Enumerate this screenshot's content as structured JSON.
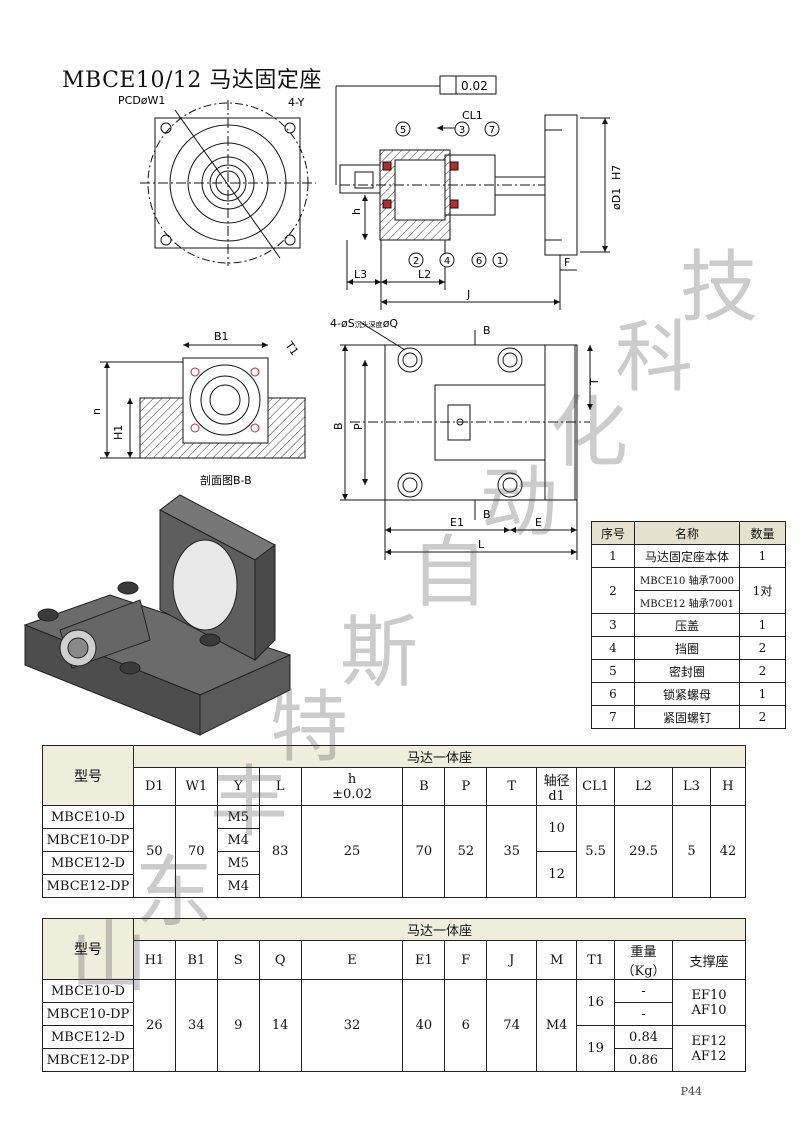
{
  "title": "MBCE10/12 马达固定座",
  "drawing_labels": {
    "pcd": "PCDøW1",
    "holes_y": "4-Y",
    "flatness": "0.02",
    "cl1": "CL1",
    "d1": "øD1",
    "h7": "H7",
    "h": "h",
    "l3": "L3",
    "l2": "L2",
    "j": "J",
    "f": "F",
    "b1": "B1",
    "t1": "T1",
    "h1": "H1",
    "n": "n",
    "section": "剖面图B-B",
    "holes_s": "4-øS",
    "counterbore": "沉头深度",
    "q": "øQ",
    "b": "B",
    "p": "P",
    "t": "T",
    "e1": "E1",
    "e": "E",
    "l": "L",
    "balloons": [
      "5",
      "3",
      "7",
      "2",
      "4",
      "6",
      "1"
    ]
  },
  "parts_table": {
    "headers": [
      "序号",
      "名称",
      "数量"
    ],
    "rows": [
      {
        "no": "1",
        "name": "马达固定座本体",
        "qty": "1"
      },
      {
        "no": "2",
        "name": "MBCE10 轴承7000",
        "name2": "MBCE12 轴承7001",
        "qty": "1对"
      },
      {
        "no": "3",
        "name": "压盖",
        "qty": "1"
      },
      {
        "no": "4",
        "name": "挡圈",
        "qty": "2"
      },
      {
        "no": "5",
        "name": "密封圈",
        "qty": "2"
      },
      {
        "no": "6",
        "name": "锁紧螺母",
        "qty": "1"
      },
      {
        "no": "7",
        "name": "紧固螺钉",
        "qty": "2"
      }
    ]
  },
  "table1": {
    "model_header": "型号",
    "group_header": "马达一体座",
    "cols": [
      "D1",
      "W1",
      "Y",
      "L",
      "h",
      "±0.02",
      "B",
      "P",
      "T",
      "轴径",
      "d1",
      "CL1",
      "L2",
      "L3",
      "H"
    ],
    "models": [
      "MBCE10-D",
      "MBCE10-DP",
      "MBCE12-D",
      "MBCE12-DP"
    ],
    "D1": "50",
    "W1": "70",
    "Y": [
      "M5",
      "M4",
      "M5",
      "M4"
    ],
    "L": "83",
    "h": "25",
    "B": "70",
    "P": "52",
    "T": "35",
    "d1": [
      "10",
      "12"
    ],
    "CL1": "5.5",
    "L2": "29.5",
    "L3": "5",
    "H": "42"
  },
  "table2": {
    "model_header": "型号",
    "group_header": "马达一体座",
    "cols": [
      "H1",
      "B1",
      "S",
      "Q",
      "E",
      "E1",
      "F",
      "J",
      "M",
      "T1",
      "重量",
      "（Kg）",
      "支撑座"
    ],
    "models": [
      "MBCE10-D",
      "MBCE10-DP",
      "MBCE12-D",
      "MBCE12-DP"
    ],
    "H1": "26",
    "B1": "34",
    "S": "9",
    "Q": "14",
    "E": "32",
    "E1": "40",
    "F": "6",
    "J": "74",
    "M": "M4",
    "T1": [
      "16",
      "19"
    ],
    "weight": [
      "-",
      "-",
      "0.84",
      "0.86"
    ],
    "support": [
      "EF10",
      "AF10",
      "EF12",
      "AF12"
    ]
  },
  "watermark": [
    "山",
    "东",
    "丰",
    "特",
    "斯",
    "自",
    "动",
    "化",
    "科",
    "技"
  ],
  "page": "P44",
  "colors": {
    "header_fill": "#efeedd",
    "part_red": "#b03030",
    "render_gray": "#5e5e5e"
  }
}
